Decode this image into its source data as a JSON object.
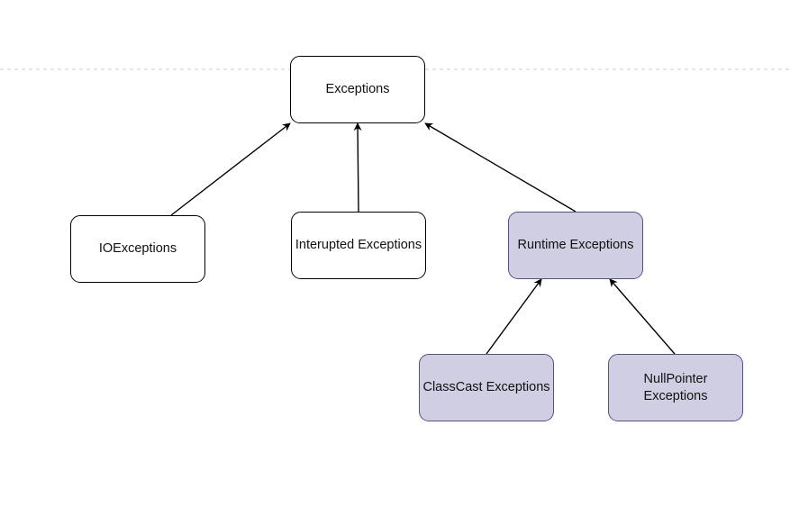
{
  "diagram": {
    "colors": {
      "stroke": "#000000",
      "sub_stroke": "#56517e",
      "default_fill": "#ffffff",
      "sub_fill": "#d0cee2",
      "page_divider": "#c8c8c8"
    },
    "nodes": [
      {
        "id": "exceptions",
        "label": "Exceptions",
        "style": "default"
      },
      {
        "id": "io",
        "label": "IOExceptions",
        "style": "default"
      },
      {
        "id": "interrupted",
        "label": "Interupted Exceptions",
        "style": "default"
      },
      {
        "id": "runtime",
        "label": "Runtime Exceptions",
        "style": "sub"
      },
      {
        "id": "classcast",
        "label": "ClassCast Exceptions",
        "style": "sub"
      },
      {
        "id": "nullpointer",
        "label": "NullPointer\nExceptions",
        "style": "sub"
      }
    ],
    "edges": [
      {
        "from": "io",
        "to": "exceptions"
      },
      {
        "from": "interrupted",
        "to": "exceptions"
      },
      {
        "from": "runtime",
        "to": "exceptions"
      },
      {
        "from": "classcast",
        "to": "runtime"
      },
      {
        "from": "nullpointer",
        "to": "runtime"
      }
    ]
  }
}
